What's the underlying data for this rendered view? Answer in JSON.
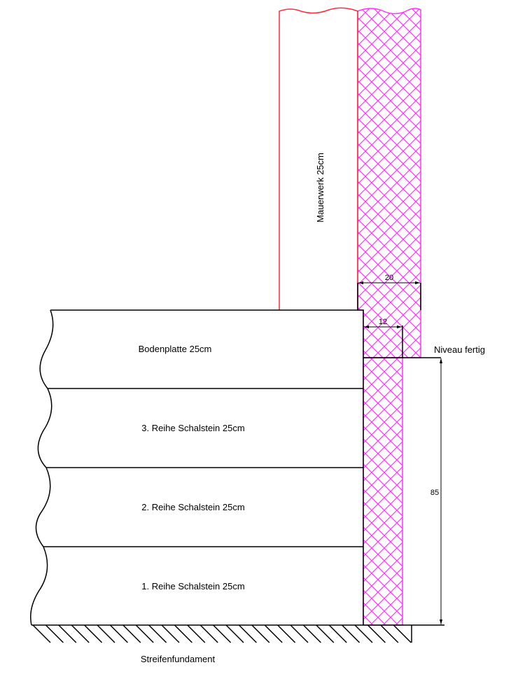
{
  "labels": {
    "wall": "Mauerwerk 25cm",
    "slab": "Bodenplatte 25cm",
    "row3": "3. Reihe Schalstein 25cm",
    "row2": "2. Reihe Schalstein 25cm",
    "row1": "1. Reihe Schalstein 25cm",
    "foundation": "Streifenfundament",
    "level": "Niveau fertig"
  },
  "dimensions": {
    "upper_insulation": "20",
    "lower_insulation": "12",
    "height": "85"
  },
  "colors": {
    "wall": "#ff2a3a",
    "insulation": "#ff33ff",
    "line": "#000000"
  }
}
